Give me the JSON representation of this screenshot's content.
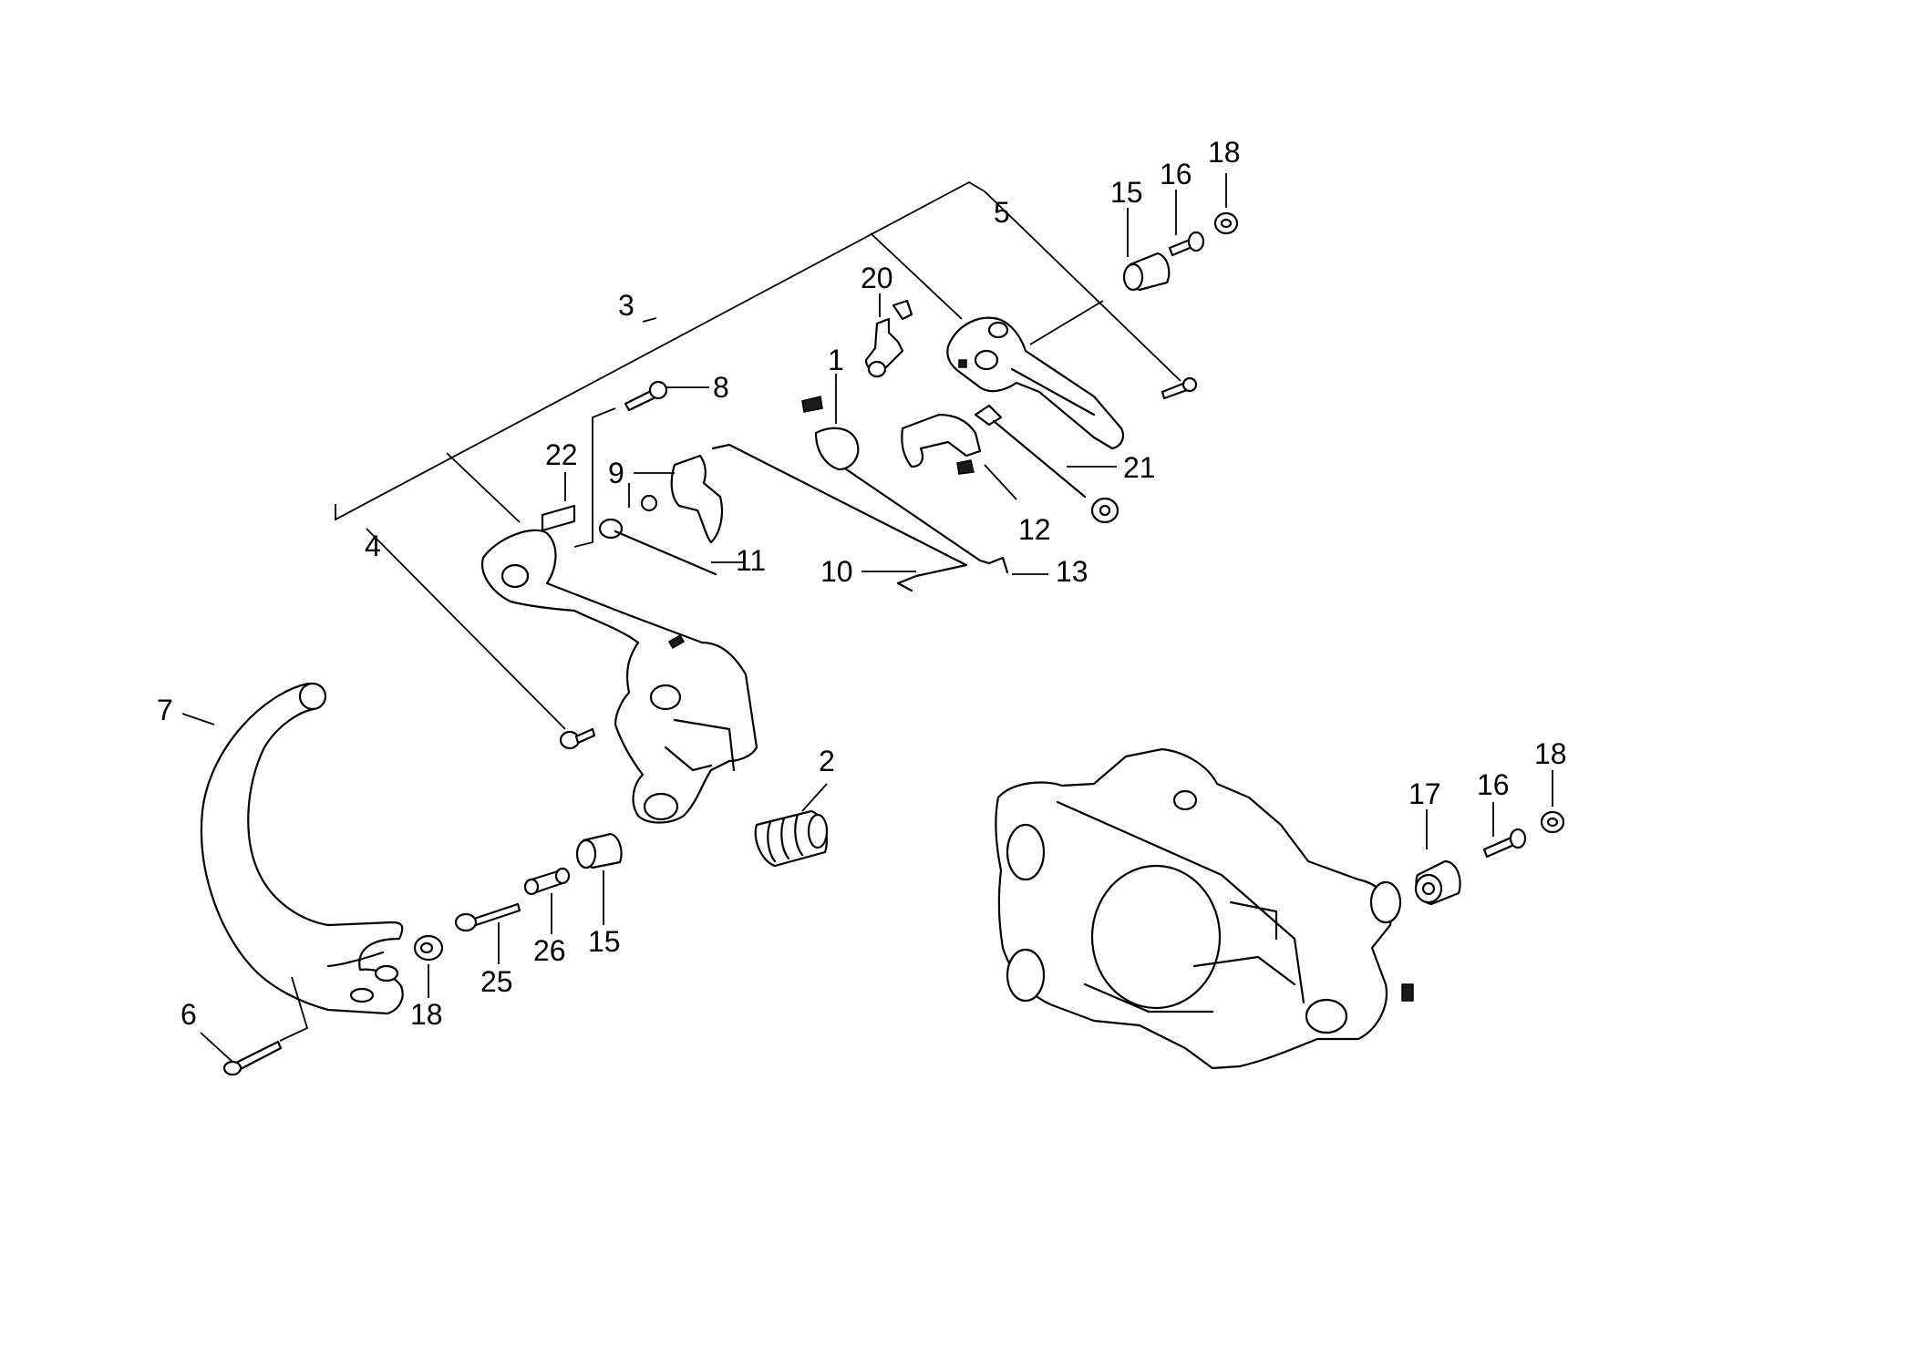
{
  "colors": {
    "line": "#000000",
    "background": "#ffffff"
  },
  "callouts": [
    {
      "id": "c1",
      "label": "1"
    },
    {
      "id": "c2",
      "label": "2"
    },
    {
      "id": "c3",
      "label": "3"
    },
    {
      "id": "c4",
      "label": "4"
    },
    {
      "id": "c5",
      "label": "5"
    },
    {
      "id": "c6",
      "label": "6"
    },
    {
      "id": "c7",
      "label": "7"
    },
    {
      "id": "c8",
      "label": "8"
    },
    {
      "id": "c9",
      "label": "9"
    },
    {
      "id": "c10",
      "label": "10"
    },
    {
      "id": "c11",
      "label": "11"
    },
    {
      "id": "c12",
      "label": "12"
    },
    {
      "id": "c13",
      "label": "13"
    },
    {
      "id": "c15a",
      "label": "15"
    },
    {
      "id": "c15b",
      "label": "15"
    },
    {
      "id": "c16a",
      "label": "16"
    },
    {
      "id": "c16b",
      "label": "16"
    },
    {
      "id": "c17",
      "label": "17"
    },
    {
      "id": "c18a",
      "label": "18"
    },
    {
      "id": "c18b",
      "label": "18"
    },
    {
      "id": "c18c",
      "label": "18"
    },
    {
      "id": "c20",
      "label": "20"
    },
    {
      "id": "c21",
      "label": "21"
    },
    {
      "id": "c22",
      "label": "22"
    },
    {
      "id": "c25",
      "label": "25"
    },
    {
      "id": "c26",
      "label": "26"
    }
  ]
}
